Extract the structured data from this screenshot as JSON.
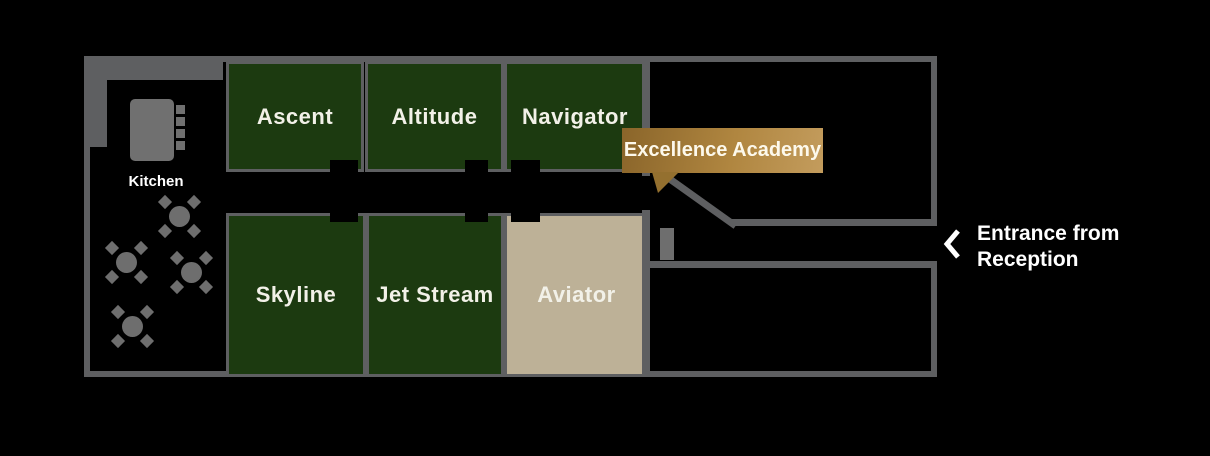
{
  "rooms": [
    {
      "label": "Ascent",
      "row": "top",
      "color": "#1c3a10"
    },
    {
      "label": "Altitude",
      "row": "top",
      "color": "#1c3a10"
    },
    {
      "label": "Navigator",
      "row": "top",
      "color": "#1c3a10"
    },
    {
      "label": "Skyline",
      "row": "bottom",
      "color": "#1c3a10"
    },
    {
      "label": "Jet Stream",
      "row": "bottom",
      "color": "#1c3a10"
    },
    {
      "label": "Aviator",
      "row": "bottom",
      "color": "#bdb197",
      "highlighted": true
    }
  ],
  "kitchen": {
    "label": "Kitchen",
    "tables": 4
  },
  "tooltip": {
    "label": "Excellence Academy",
    "color_start": "#8a652a",
    "color_end": "#c39c5d"
  },
  "entrance": {
    "line1": "Entrance from",
    "line2": "Reception"
  },
  "colors": {
    "background": "#000000",
    "wall": "#5e5f61",
    "floor": "#000000",
    "room_green": "#1c3a10",
    "room_highlight": "#bdb197",
    "furniture": "#707070",
    "label_text": "#f2f1e8",
    "tooltip_text": "#fdf9ec"
  }
}
